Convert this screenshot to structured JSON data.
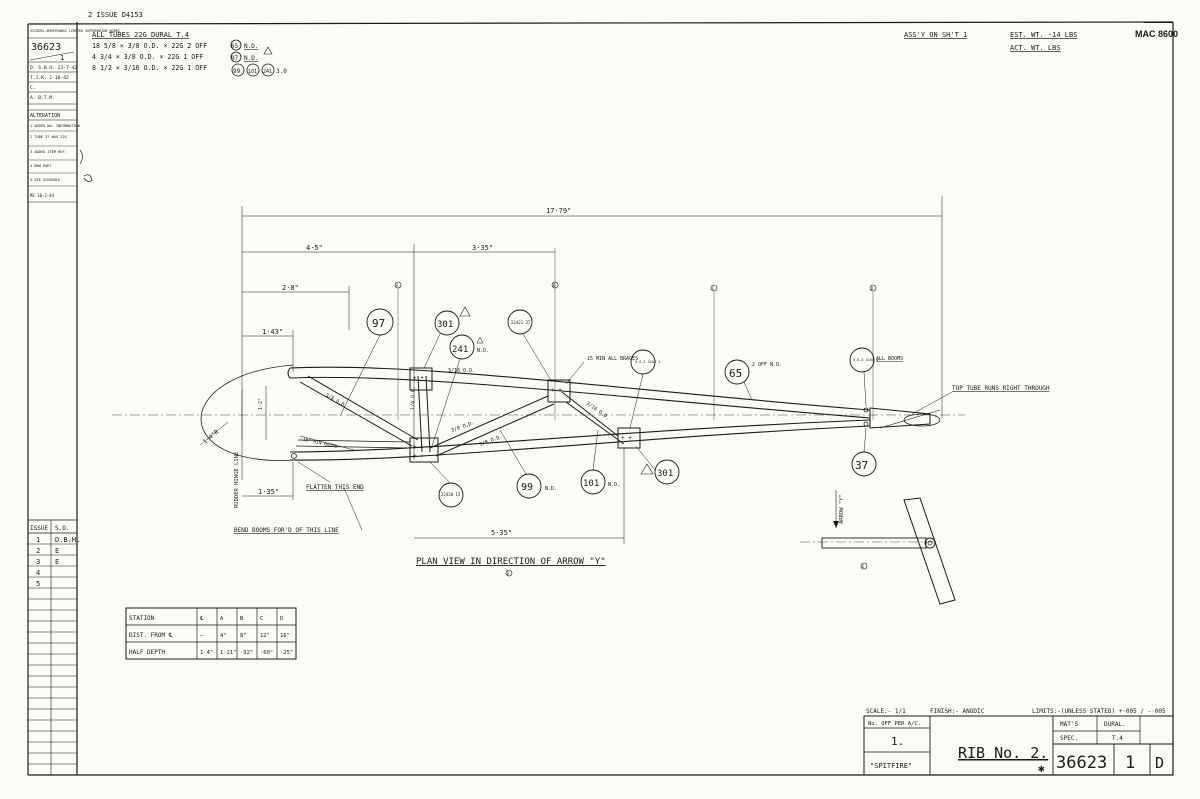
{
  "corner_ref": "2 ISSUE  D4153",
  "mac": "MAC 8600",
  "top_right": {
    "assy": "ASS'Y ON SH'T 1",
    "est_wt": "EST. WT. ·14  LBS",
    "act_wt": "ACT. WT.        LBS"
  },
  "tubes": {
    "header": "ALL TUBES 22G DURAL T.4",
    "rows": [
      {
        "text": "18 5/8 × 3/8 O.D. × 22G   2 OFF",
        "refs": [
          "65",
          "N.D."
        ]
      },
      {
        "text": "4 3/4 × 3/8 O.D. × 22G   1 OFF",
        "refs": [
          "97",
          "N.D."
        ]
      },
      {
        "text": "8 1/2 × 3/16 O.D. × 22G   1 OFF",
        "refs": [
          "99",
          "101",
          "241"
        ]
      }
    ],
    "tail_note": "3.0"
  },
  "left_panel": {
    "firm": "VICKERS-ARMSTRONGS LIMITED SUPERMARINE WORKS",
    "number": "36623",
    "sheet": "1",
    "lines": [
      "D. S.B.H. 23-7-42",
      "T.J.K. 1-10-42",
      "C.",
      "A. B.T.M."
    ],
    "alteration_title": "ALTERATION",
    "alterations": [
      "1  ADDED NO. INFORMATION",
      "2  TUBE 37 WAS 22G",
      "3  ADDED ITEM REF.",
      "4  NEW PART",
      "5  SEE SCHEDULE",
      "RE 10-2-44"
    ],
    "issue_header": [
      "ISSUE",
      "S.O."
    ],
    "issues": [
      [
        "1",
        "D.B.H."
      ],
      [
        "2",
        "E"
      ],
      [
        "3",
        "E"
      ],
      [
        "4",
        ""
      ],
      [
        "5",
        ""
      ]
    ]
  },
  "drawing": {
    "dims": {
      "overall": "17·79\"",
      "d45": "4·5\"",
      "d335": "3·35\"",
      "d28": "2·8\"",
      "d143": "1·43\"",
      "d135": "1·35\"",
      "d535": "5·35\"",
      "r14": "1·4\"R",
      "v12": "1·2\""
    },
    "stations": [
      "A",
      "B",
      "C",
      "D"
    ],
    "balloons": [
      "97",
      "301",
      "241",
      "22421 37",
      "65",
      "V.G.3 4164 4",
      "37",
      "99",
      "101",
      "301",
      "22420 15",
      "V.G.3 4164 1"
    ],
    "part_notes": {
      "n241": "N.D.",
      "n99": "N.D.",
      "n101": "N.D.",
      "n65": "2 OFF N.D.",
      "all_booms": "ALL BOOMS",
      "all_braces": "·15 MIN ALL BRACES"
    },
    "od_labels": [
      "3/8 O.D.",
      "1/4 O.D.",
      "3/16 O.D.",
      "3/8 O.D.",
      "3/8 O.D.",
      "3/16 O.D."
    ],
    "notes": {
      "top_tube": "TOP TUBE RUNS RIGHT THROUGH",
      "flatten": "FLATTEN THIS END",
      "bend": "BEND BOOMS FOR'D OF THIS LINE",
      "rudder": "RUDDER HINGE LINE",
      "min_booms": "·10\" MIN BOOMS",
      "arrow_y": "ARROW \"Y\""
    },
    "plan_view": "PLAN VIEW IN DIRECTION OF ARROW \"Y\"",
    "plan_view_ref": "E",
    "detail_ref": "E"
  },
  "station_table": {
    "rows": [
      [
        "STATION",
        "℄",
        "A",
        "B",
        "C",
        "D"
      ],
      [
        "DIST. FROM ℄",
        "—",
        "4\"",
        "8\"",
        "12\"",
        "16\""
      ],
      [
        "HALF DEPTH",
        "1·4\"",
        "1·21\"",
        "·92\"",
        "·60\"",
        "·25\""
      ]
    ]
  },
  "title_block": {
    "scale": "SCALE:- 1/1",
    "finish": "FINISH:- ANODIC",
    "limits": "LIMITS:-(UNLESS STATED) +·005 / -·005",
    "off_per": "No. OFF PER A/C.",
    "qty": "1.",
    "aircraft": "\"SPITFIRE\"",
    "title": "RIB No. 2.",
    "mat_label": "MAT'S",
    "mat_value": "DURAL.",
    "spec_label": "SPEC.",
    "spec_value": "T.4",
    "drawing_no": "36623",
    "sheet_no": "1",
    "size": "D"
  }
}
